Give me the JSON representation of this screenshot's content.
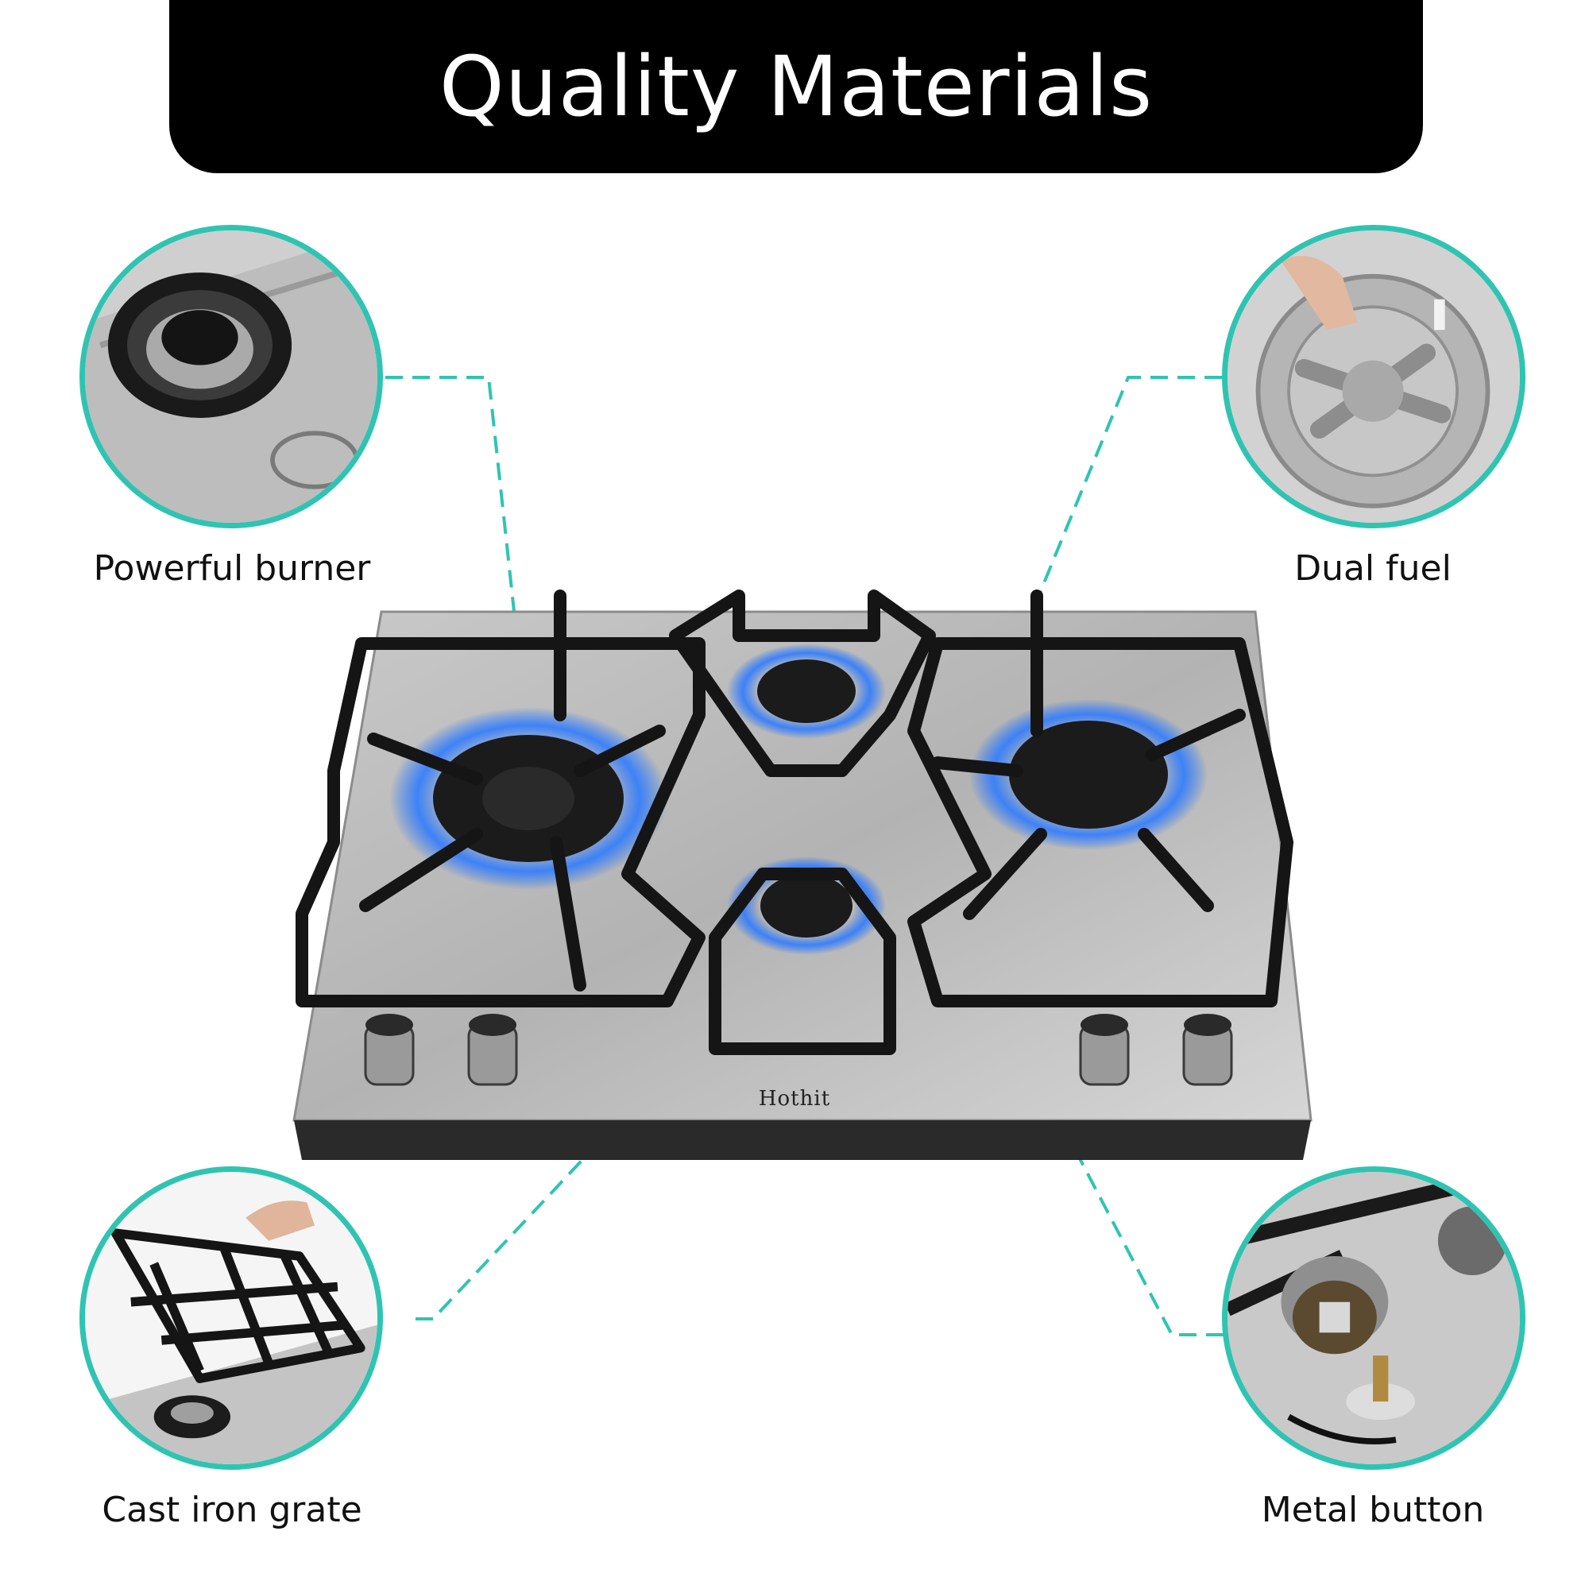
{
  "banner": {
    "title": "Quality Materials"
  },
  "features": [
    {
      "label": "Powerful burner"
    },
    {
      "label": "Dual fuel"
    },
    {
      "label": "Cast iron grate"
    },
    {
      "label": "Metal button"
    }
  ],
  "product": {
    "brand": "Hothit"
  },
  "colors": {
    "accent": "#2fc4b2",
    "banner": "#000000",
    "flame": "#1e6fff"
  }
}
